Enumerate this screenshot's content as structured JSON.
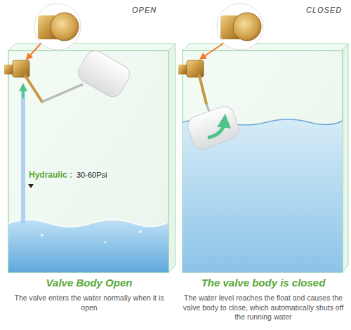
{
  "diagram": {
    "nodes": [
      {
        "text": [
          "Valve Body Open",
          "The valve enters the water normally when it is open"
        ]
      },
      {
        "text": [
          "The valve body is closed",
          "The water level reaches the float and causes the valve body to close, which automatically shuts off the running water"
        ]
      }
    ],
    "labels": [
      "OPEN",
      "CLOSED",
      "Hydraulic :",
      "30-60Psi"
    ]
  }
}
